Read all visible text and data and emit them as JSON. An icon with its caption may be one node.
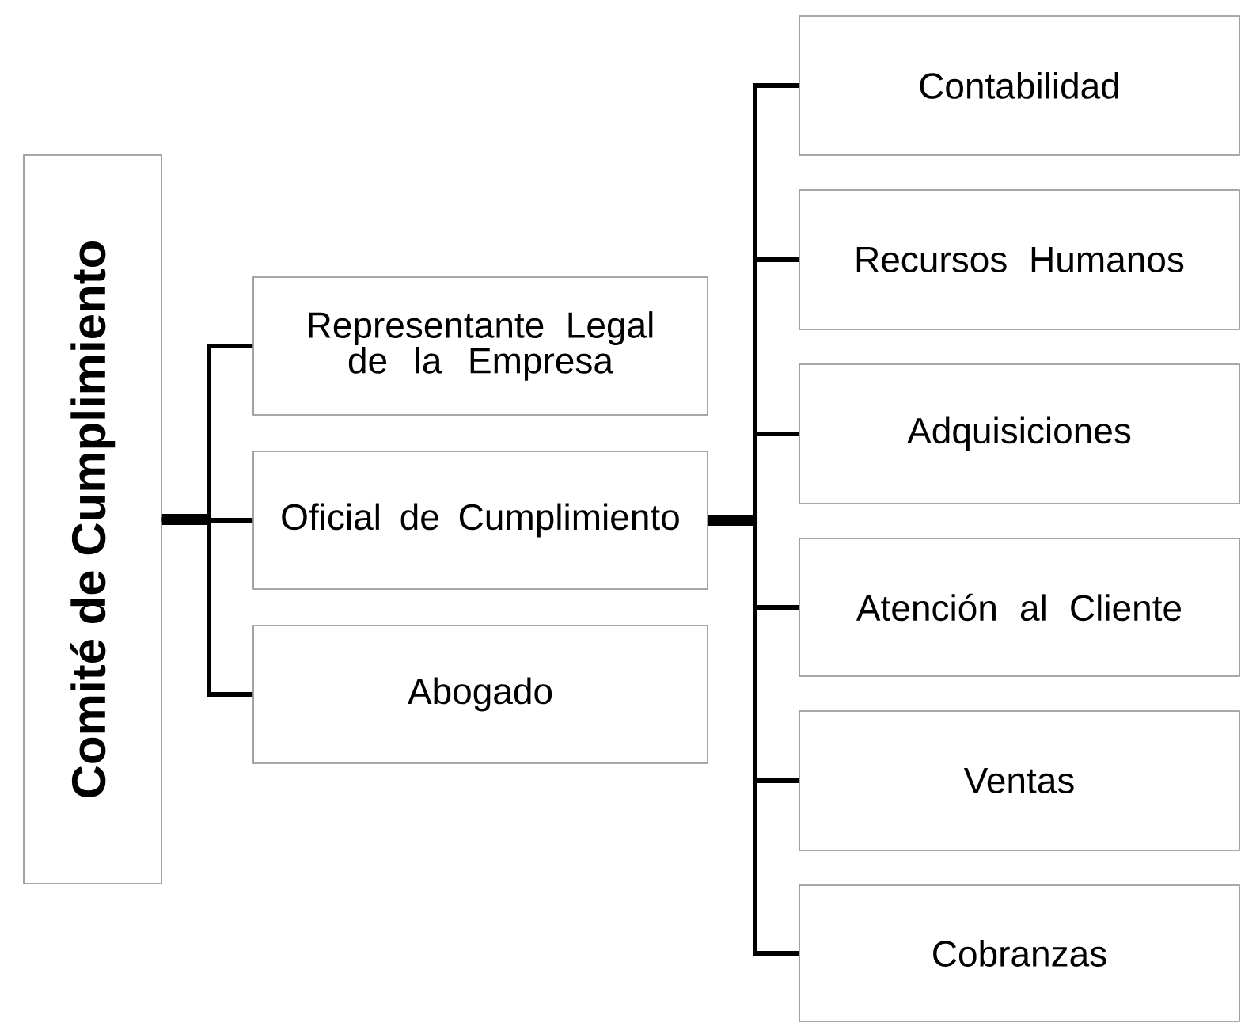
{
  "diagram": {
    "nodes": [
      {
        "text": [
          "Comité de Cumplimiento"
        ]
      },
      {
        "text": [
          "Representante Legal de la Empresa"
        ]
      },
      {
        "text": [
          "Oficial de Cumplimiento"
        ]
      },
      {
        "text": [
          "Abogado"
        ]
      },
      {
        "text": [
          "Contabilidad"
        ]
      },
      {
        "text": [
          "Recursos Humanos"
        ]
      },
      {
        "text": [
          "Adquisiciones"
        ]
      },
      {
        "text": [
          "Atención al Cliente"
        ]
      },
      {
        "text": [
          "Ventas"
        ]
      },
      {
        "text": [
          "Cobranzas"
        ]
      }
    ],
    "edges": [
      {
        "from": 0,
        "to": 1,
        "arrow": "none"
      },
      {
        "from": 0,
        "to": 2,
        "arrow": "none"
      },
      {
        "from": 0,
        "to": 3,
        "arrow": "none"
      },
      {
        "from": 2,
        "to": 4,
        "arrow": "none"
      },
      {
        "from": 2,
        "to": 5,
        "arrow": "none"
      },
      {
        "from": 2,
        "to": 6,
        "arrow": "none"
      },
      {
        "from": 2,
        "to": 7,
        "arrow": "none"
      },
      {
        "from": 2,
        "to": 8,
        "arrow": "none"
      },
      {
        "from": 2,
        "to": 9,
        "arrow": "none"
      }
    ]
  }
}
